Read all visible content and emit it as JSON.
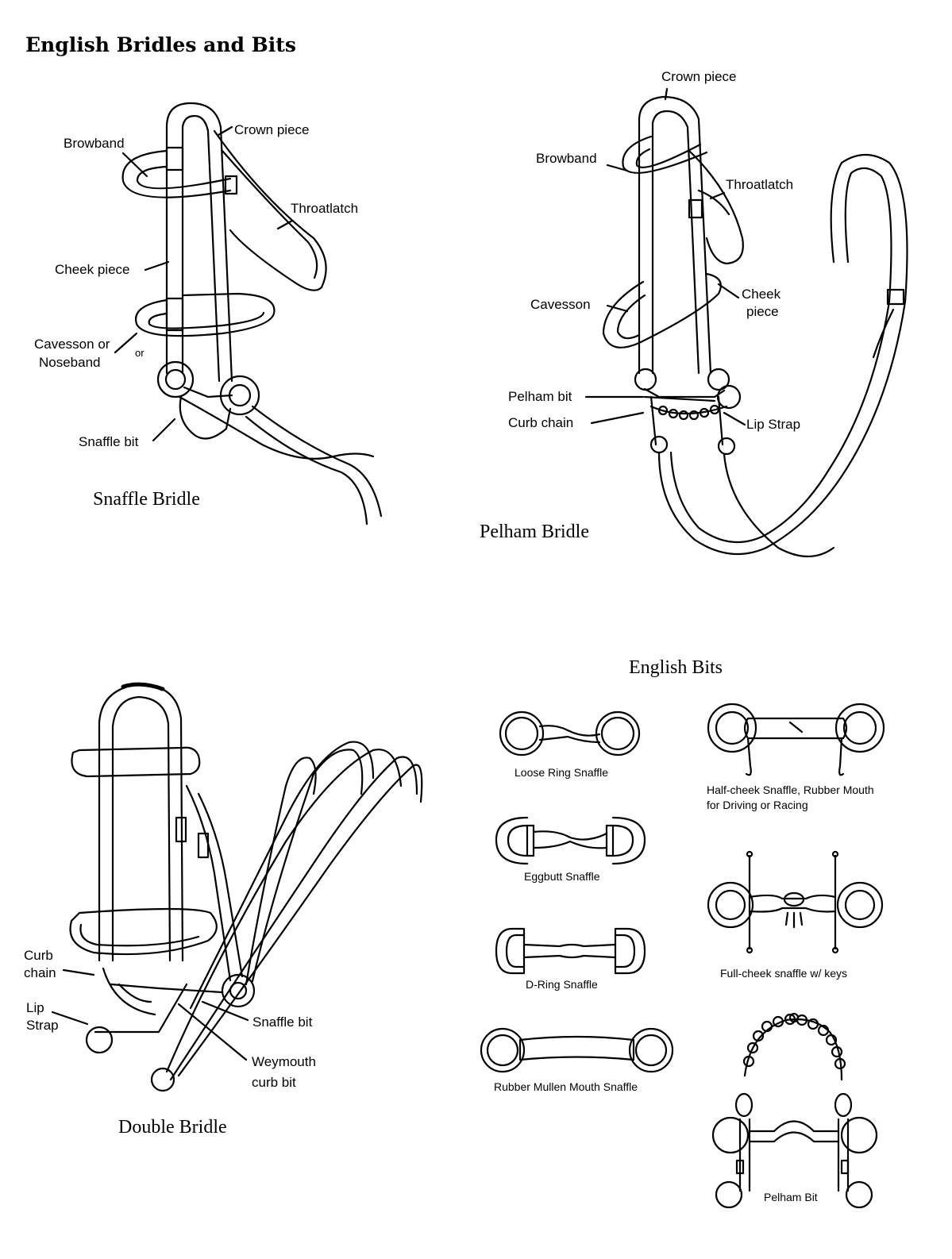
{
  "title": "English Bridles and Bits",
  "snaffle_bridle": {
    "caption": "Snaffle Bridle",
    "labels": {
      "browband": "Browband",
      "crown": "Crown piece",
      "throatlatch": "Throatlatch",
      "cheek": "Cheek piece",
      "cavesson_1": "Cavesson or",
      "cavesson_2": "Noseband",
      "or": "or",
      "bit": "Snaffle bit"
    }
  },
  "pelham_bridle": {
    "caption": "Pelham Bridle",
    "labels": {
      "crown": "Crown piece",
      "browband": "Browband",
      "throatlatch": "Throatlatch",
      "cavesson": "Cavesson",
      "cheek_1": "Cheek",
      "cheek_2": "piece",
      "bit": "Pelham bit",
      "curb": "Curb chain",
      "lip": "Lip Strap"
    }
  },
  "double_bridle": {
    "caption": "Double Bridle",
    "labels": {
      "curb_1": "Curb",
      "curb_2": "chain",
      "lip_1": "Lip",
      "lip_2": "Strap",
      "snaffle": "Snaffle bit",
      "weymouth_1": "Weymouth",
      "weymouth_2": "curb bit"
    }
  },
  "english_bits": {
    "heading": "English Bits",
    "items": [
      "Loose Ring Snaffle",
      "Half-cheek Snaffle, Rubber Mouth",
      "for Driving or Racing",
      "Eggbutt Snaffle",
      "Full-cheek snaffle w/ keys",
      "D-Ring Snaffle",
      "Rubber Mullen Mouth Snaffle",
      "Pelham Bit"
    ]
  }
}
